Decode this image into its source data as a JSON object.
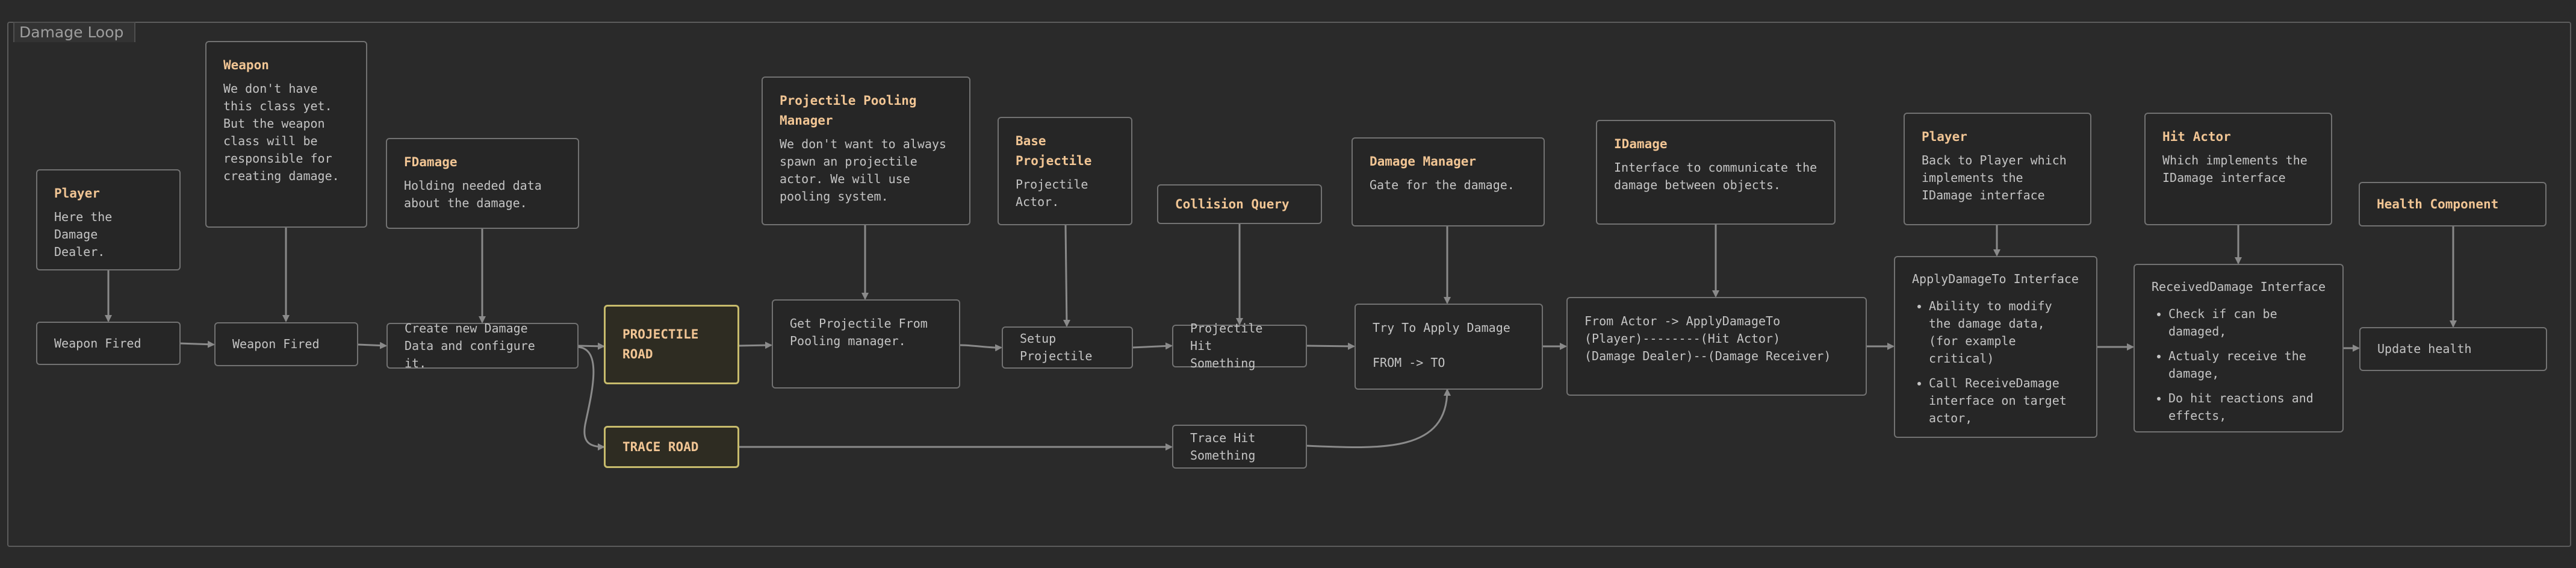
{
  "group": {
    "title": "Damage Loop"
  },
  "notes": {
    "player": {
      "title": "Player",
      "body": "Here the\nDamage\nDealer."
    },
    "weapon": {
      "title": "Weapon",
      "body": "We don't have\nthis class yet.\nBut the weapon\nclass will be\nresponsible for\ncreating damage."
    },
    "fdamage": {
      "title": "FDamage",
      "body": "Holding needed data\nabout the damage."
    },
    "pooling": {
      "title": "Projectile Pooling\nManager",
      "body": "We don't want to always\nspawn an projectile\nactor. We will use\npooling system."
    },
    "base_projectile": {
      "title": "Base\nProjectile",
      "body": "Projectile\nActor."
    },
    "collision_query": {
      "title": "Collision Query"
    },
    "damage_manager": {
      "title": "Damage Manager",
      "body": "Gate for the damage."
    },
    "idamage": {
      "title": "IDamage",
      "body": "Interface to communicate the\ndamage between objects."
    },
    "player2": {
      "title": "Player",
      "body": "Back to Player which\nimplements the\nIDamage interface"
    },
    "hit_actor": {
      "title": "Hit Actor",
      "body": "Which implements the\nIDamage interface"
    },
    "health_component": {
      "title": "Health Component"
    }
  },
  "steps": {
    "weapon_fired_1": "Weapon Fired",
    "weapon_fired_2": "Weapon Fired",
    "create_damage": "Create new Damage\nData and configure it.",
    "projectile_road": "PROJECTILE\nROAD",
    "trace_road": "TRACE ROAD",
    "get_projectile": "Get Projectile From\nPooling manager.",
    "setup_projectile": "Setup\nProjectile",
    "projectile_hit": "Projectile Hit\nSomething",
    "trace_hit": "Trace Hit\nSomething",
    "try_apply": "Try To Apply Damage\n\nFROM -> TO",
    "from_actor": "From Actor -> ApplyDamageTo\n(Player)--------(Hit Actor)\n(Damage Dealer)--(Damage Receiver)",
    "update_health": "Update health"
  },
  "apply_damage_box": {
    "title": "ApplyDamageTo Interface",
    "items": [
      "Ability to modify the damage data, (for example critical)",
      "Call ReceiveDamage interface on target actor,"
    ]
  },
  "received_damage_box": {
    "title": "ReceivedDamage Interface",
    "items": [
      "Check if can be damaged,",
      "Actualy receive the damage,",
      "Do hit reactions and effects,"
    ]
  },
  "colors": {
    "background": "#2a2a2a",
    "node_border": "#727272",
    "title_accent": "#f1c594",
    "route_border": "#c7bb6c",
    "wire": "#8a8a8a"
  }
}
